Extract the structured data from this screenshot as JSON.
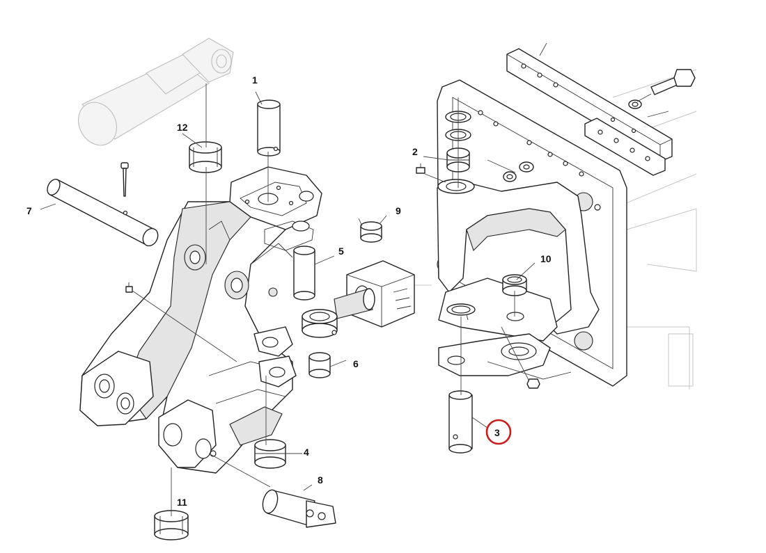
{
  "callouts": [
    {
      "id": "1",
      "label": "1"
    },
    {
      "id": "2",
      "label": "2"
    },
    {
      "id": "3",
      "label": "3",
      "highlight_color": "#cc1b1b"
    },
    {
      "id": "4",
      "label": "4"
    },
    {
      "id": "5",
      "label": "5"
    },
    {
      "id": "6",
      "label": "6"
    },
    {
      "id": "7",
      "label": "7"
    },
    {
      "id": "8",
      "label": "8"
    },
    {
      "id": "9",
      "label": "9"
    },
    {
      "id": "10",
      "label": "10"
    },
    {
      "id": "11",
      "label": "11"
    },
    {
      "id": "12",
      "label": "12"
    }
  ],
  "highlighted_callout": "3"
}
